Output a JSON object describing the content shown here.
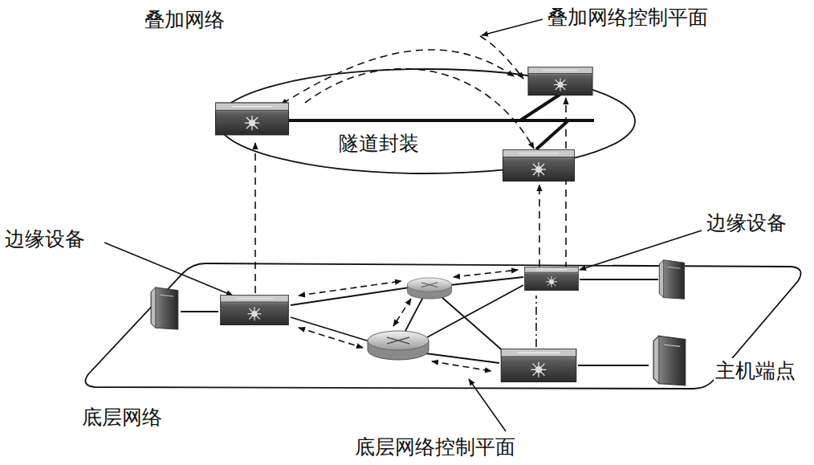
{
  "diagram": {
    "nodes": [
      {
        "text": [
          "叠加网络",
          "隧道封装"
        ]
      },
      {
        "text": [
          "底层网络"
        ]
      }
    ],
    "labels": [
      "叠加网络控制平面",
      "边缘设备",
      "边缘设备",
      "主机端点",
      "底层网络控制平面"
    ]
  }
}
